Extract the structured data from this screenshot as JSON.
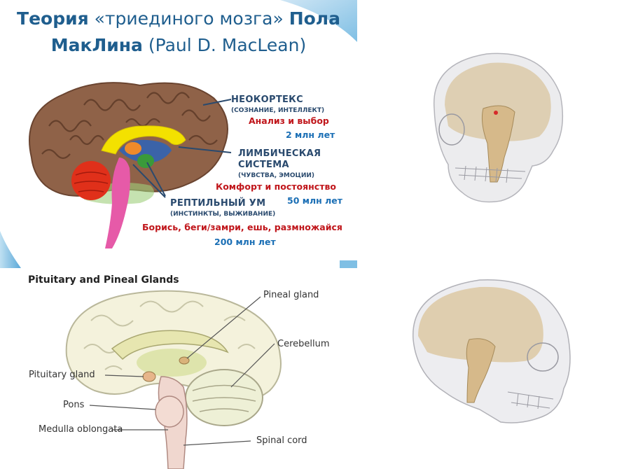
{
  "triune": {
    "title": {
      "part1": "Теория",
      "part2": " «триединого мозга» ",
      "part3": "Пола",
      "part4": "МакЛина",
      "part5": " (Paul D. MacLean)"
    },
    "neocortex": {
      "heading": "НЕОКОРТЕКС",
      "subtitle": "(СОЗНАНИЕ, ИНТЕЛЛЕКТ)",
      "function": "Анализ и выбор",
      "age": "2 млн лет"
    },
    "limbic": {
      "heading_line1": "ЛИМБИЧЕСКАЯ",
      "heading_line2": "СИСТЕМА",
      "subtitle": "(ЧУВСТВА, ЭМОЦИИ)",
      "function": "Комфорт и постоянство",
      "age": "50 млн лет"
    },
    "reptilian": {
      "heading": "РЕПТИЛЬНЫЙ УМ",
      "subtitle": "(ИНСТИНКТЫ, ВЫЖИВАНИЕ)",
      "function": "Борись, беги/замри, ешь, размножайся",
      "age": "200 млн лет"
    }
  },
  "pituitary": {
    "title": "Pituitary and Pineal Glands",
    "labels": {
      "pineal": "Pineal gland",
      "cerebellum": "Cerebellum",
      "pituitary": "Pituitary gland",
      "pons": "Pons",
      "medulla": "Medulla oblongata",
      "spinal": "Spinal cord"
    }
  },
  "colors": {
    "title_blue": "#1f5e8e",
    "function_red": "#c0161b",
    "age_blue": "#1b6fb5",
    "cortex": "#8f6248",
    "limbic_yellow": "#f3e100",
    "cerebellum_red": "#e0301a",
    "brainstem_pink": "#e65aa8",
    "bone_beige": "#d9c39a"
  }
}
